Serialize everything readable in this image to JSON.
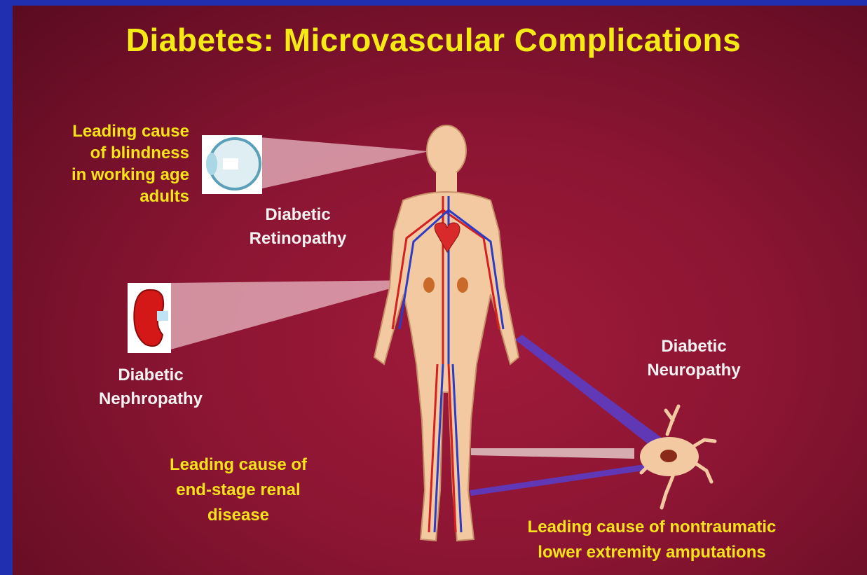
{
  "title": "Diabetes: Microvascular Complications",
  "retinopathy": {
    "caption": [
      "Leading cause",
      "of blindness",
      "in working age",
      "adults"
    ],
    "name": [
      "Diabetic",
      "Retinopathy"
    ]
  },
  "nephropathy": {
    "name": [
      "Diabetic",
      "Nephropathy"
    ],
    "caption": [
      "Leading cause of",
      "end-stage renal",
      "disease"
    ]
  },
  "neuropathy": {
    "name": [
      "Diabetic",
      "Neuropathy"
    ],
    "caption": [
      "Leading cause of nontraumatic",
      "lower extremity amputations"
    ]
  },
  "colors": {
    "background_frame": "#1f2fb0",
    "panel": "#8a1532",
    "title_text": "#f5ea14",
    "caption_text": "#f5e21a",
    "label_text": "#f2f2f2",
    "skin": "#f2c9a0",
    "artery": "#d42020",
    "vein": "#2a3cc8"
  },
  "icons": [
    "eye-cross-section-icon",
    "kidney-icon",
    "neuron-icon",
    "human-body-figure"
  ]
}
